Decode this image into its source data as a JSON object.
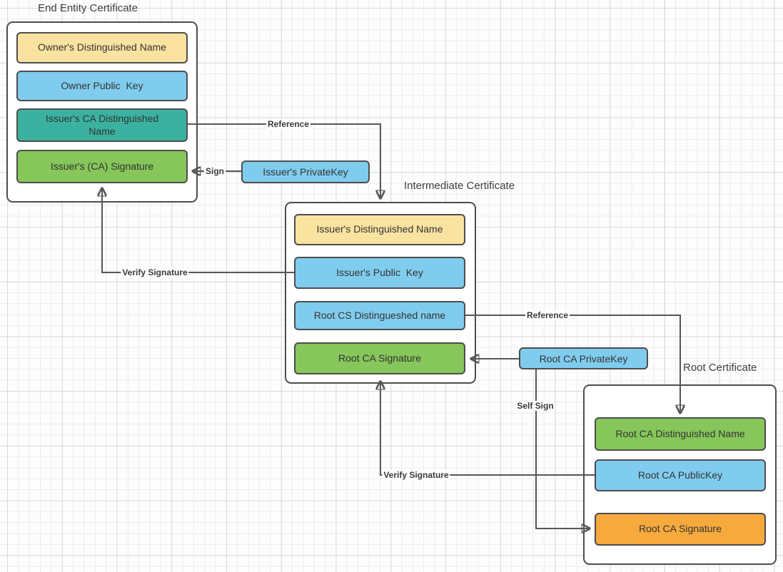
{
  "palette": {
    "yellow": "#FAE3A0",
    "blue": "#80CCEE",
    "teal": "#3BB2A0",
    "green": "#86C65A",
    "orange": "#F6AA3C",
    "box_border": "#4D4D4D",
    "arrow": "#575757",
    "text": "#333333"
  },
  "certificates": [
    {
      "title": "End Entity Certificate",
      "fields": [
        {
          "label": "Owner's Distinguished Name",
          "color": "yellow"
        },
        {
          "label": "Owner Public  Key",
          "color": "blue"
        },
        {
          "label": "Issuer's CA Distinguished\nName",
          "color": "teal"
        },
        {
          "label": "Issuer's (CA) Signature",
          "color": "green"
        }
      ]
    },
    {
      "title": "Intermediate Certificate",
      "fields": [
        {
          "label": "Issuer's Distinguished Name",
          "color": "yellow"
        },
        {
          "label": "Issuer's Public  Key",
          "color": "blue"
        },
        {
          "label": "Root CS Distingueshed name",
          "color": "blue"
        },
        {
          "label": "Root CA Signature",
          "color": "green"
        }
      ]
    },
    {
      "title": "Root Certificate",
      "fields": [
        {
          "label": "Root CA Distinguished Name",
          "color": "green"
        },
        {
          "label": "Root CA PublicKey",
          "color": "blue"
        },
        {
          "label": "Root CA Signature",
          "color": "orange"
        }
      ]
    }
  ],
  "keys": [
    {
      "label": "Issuer's PrivateKey",
      "color": "blue"
    },
    {
      "label": "Root CA PrivateKey",
      "color": "blue"
    }
  ],
  "edge_labels": {
    "reference_1": "Reference",
    "sign": "Sign",
    "verify_signature_1": "Verify Signature",
    "reference_2": "Reference",
    "self_sign": "Self Sign",
    "verify_signature_2": "Verify Signature"
  }
}
